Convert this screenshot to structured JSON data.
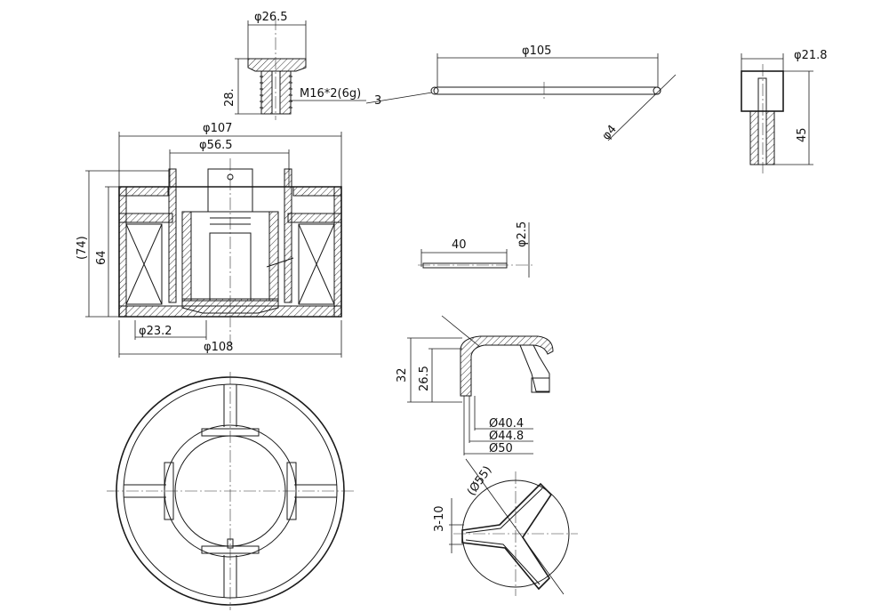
{
  "labels": {
    "top_small_dia": "φ26.5",
    "top_small_h": "28.",
    "thread": "M16*2(6g)",
    "thread_num": "3",
    "rod_dia": "φ105",
    "rod_wire": "φ4",
    "plug_dia": "φ21.8",
    "plug_h": "45",
    "main_dia_top": "φ107",
    "main_dia_inner": "φ56.5",
    "main_h_total": "(74)",
    "main_h": "64",
    "main_dia_bottom_inner": "φ23.2",
    "main_dia_bottom": "φ108",
    "pin_len": "40",
    "pin_dia": "φ2.5",
    "cap_h": "32",
    "cap_h2": "26.5",
    "cap_d1": "Ø40.4",
    "cap_d2": "Ø44.8",
    "cap_d3": "Ø50",
    "star_dia": "(Ø55)",
    "star_range": "3-10"
  }
}
